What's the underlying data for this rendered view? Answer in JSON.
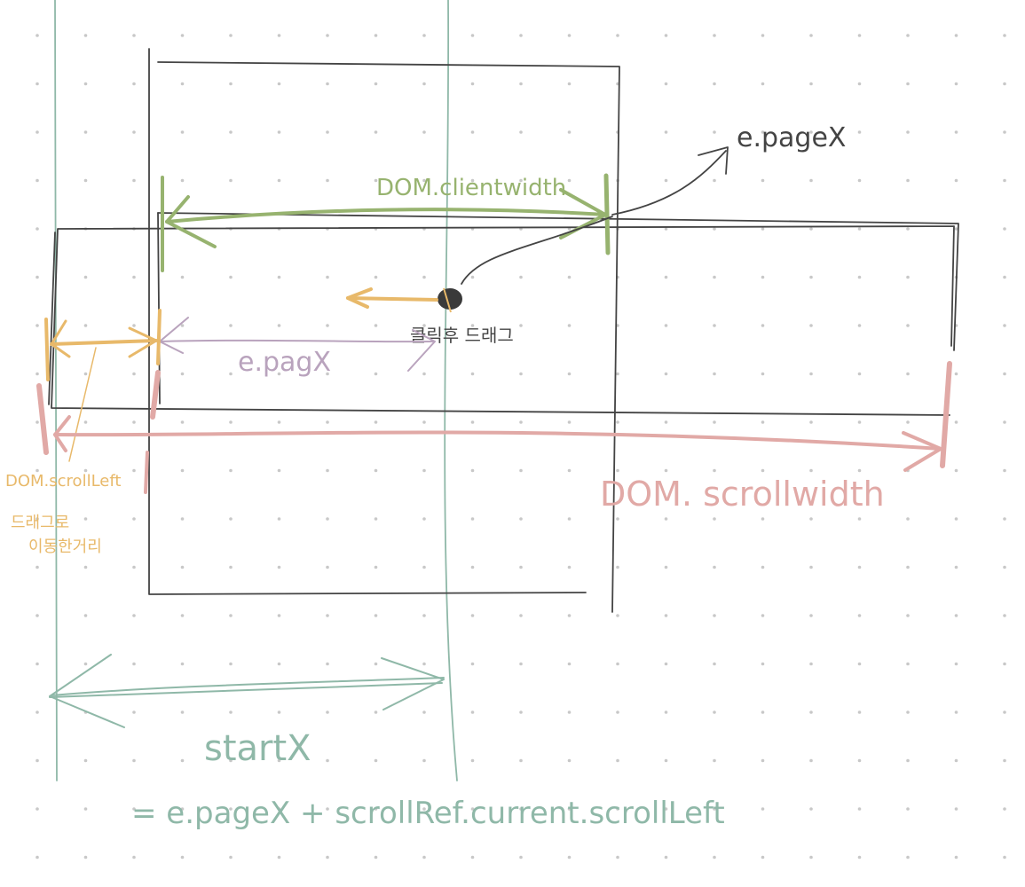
{
  "labels": {
    "client_width": "DOM.clientwidth",
    "page_x_top": "e.pageX",
    "click_drag": "클릭후 드래그",
    "page_x_mid": "e.pagX",
    "scroll_left": "DOM.scrollLeft",
    "drag_distance_line1": "드래그로",
    "drag_distance_line2": "이동한거리",
    "scroll_width": "DOM. scrollwidth",
    "start_x": "startX",
    "formula": "= e.pageX + scrollRef.current.scrollLeft"
  },
  "colors": {
    "ink": "#444444",
    "green": "#97b36f",
    "orange": "#e8b96a",
    "pink": "#e1a9a6",
    "purple": "#b9a3bd",
    "teal": "#8fb8a8",
    "dot": "#c8c8c8"
  }
}
